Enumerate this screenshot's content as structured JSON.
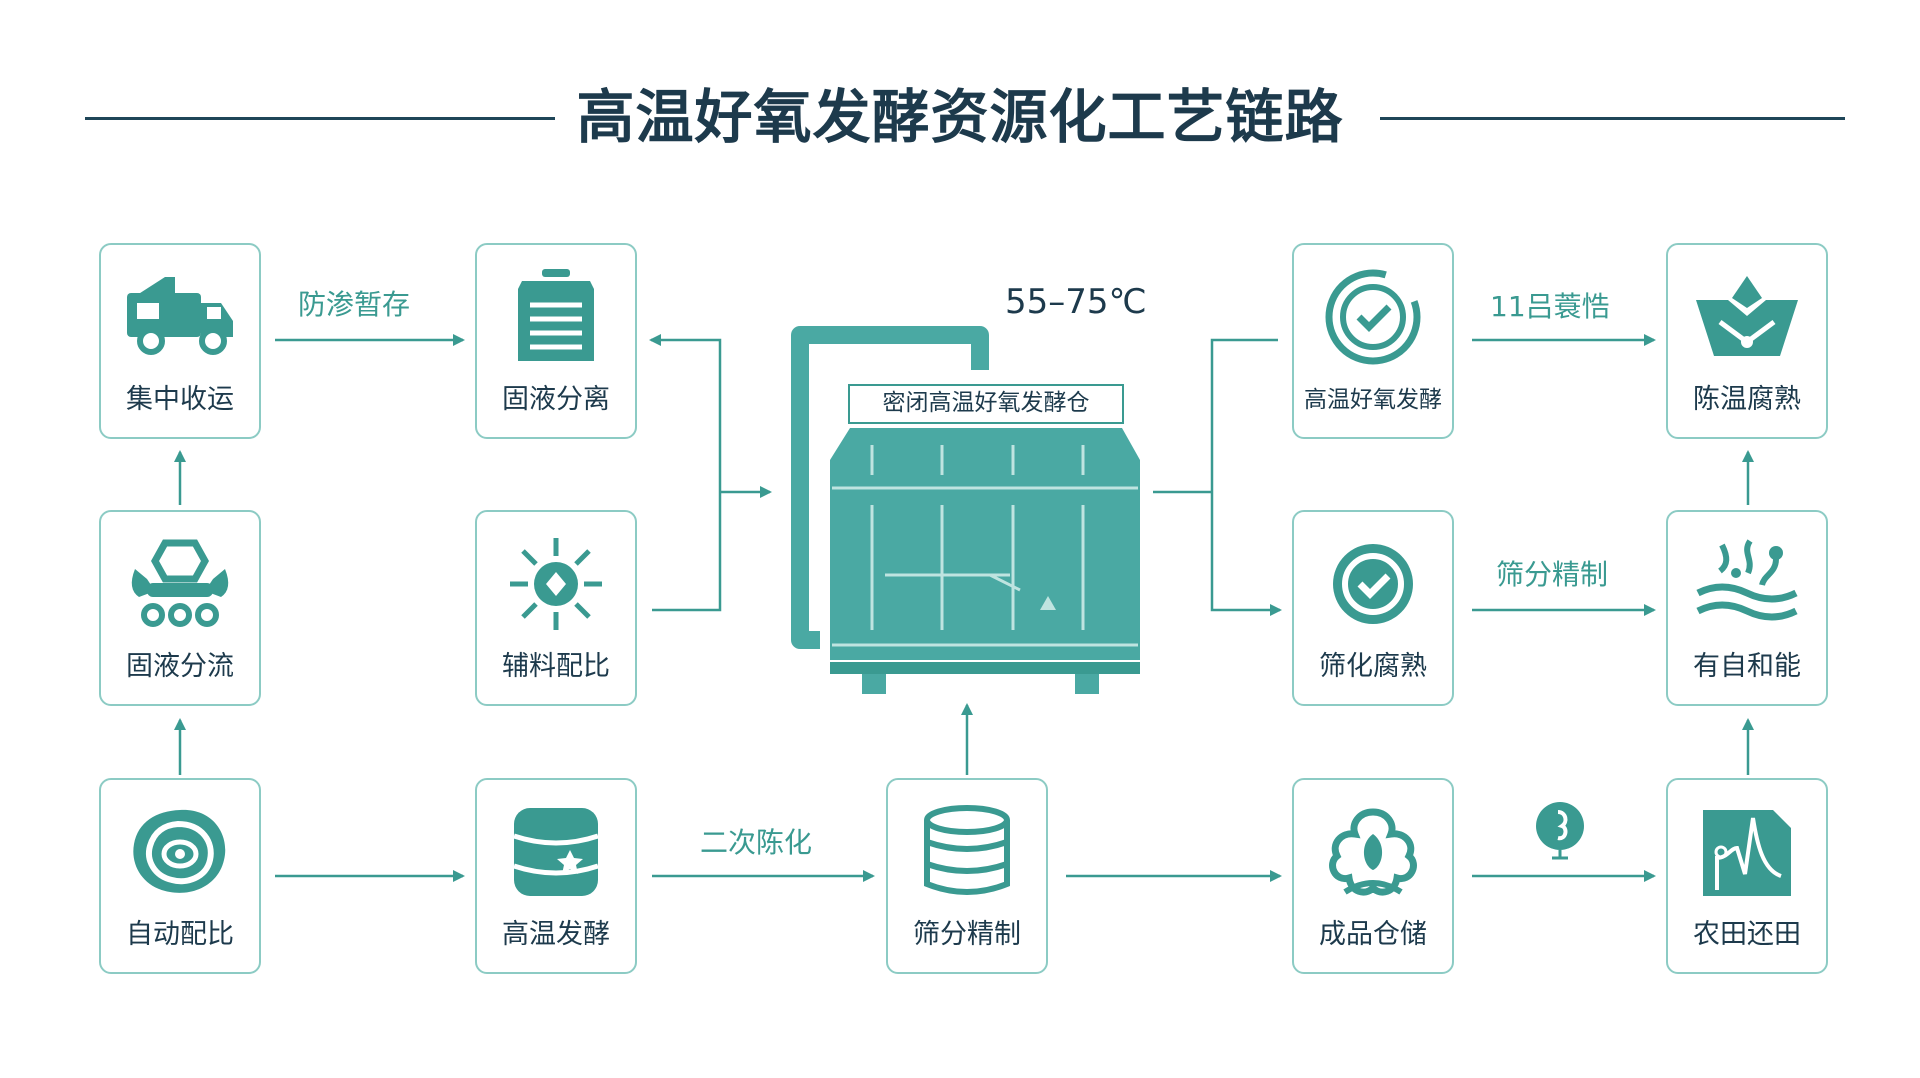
{
  "title": "高温好氧发酵资源化工艺链路",
  "temperature": "55–75℃",
  "tank_label": "密闭高温好氧发酵仓",
  "colors": {
    "accent": "#3a9a91",
    "tank": "#4aa9a3",
    "border": "#8ccbc4",
    "text": "#1d3a4c"
  },
  "nodes": {
    "collect": {
      "label": "集中收运",
      "icon": "truck-icon"
    },
    "split_flow": {
      "label": "固液分流",
      "icon": "machine-icon"
    },
    "auto_ratio": {
      "label": "自动配比",
      "icon": "organic-icon"
    },
    "separate": {
      "label": "固液分离",
      "icon": "tank-icon"
    },
    "additive": {
      "label": "辅料配比",
      "icon": "burst-icon"
    },
    "ferment": {
      "label": "高温发酵",
      "icon": "database-icon"
    },
    "screen_mid": {
      "label": "筛分精制",
      "icon": "database-icon"
    },
    "aerobic": {
      "label": "高温好氧发酵",
      "icon": "check-circle-icon"
    },
    "screen_mature": {
      "label": "筛化腐熟",
      "icon": "check-badge-icon"
    },
    "storage": {
      "label": "成品仓储",
      "icon": "flower-icon"
    },
    "aging": {
      "label": "陈温腐熟",
      "icon": "basket-icon"
    },
    "organic": {
      "label": "有自和能",
      "icon": "water-icon"
    },
    "field": {
      "label": "农田还田",
      "icon": "field-icon"
    }
  },
  "edges": {
    "collect_separate": "防渗暂存",
    "ferment_screen": "二次陈化",
    "aerobic_aging": "11吕蓑悎",
    "mature_organic": "筛分精制"
  }
}
